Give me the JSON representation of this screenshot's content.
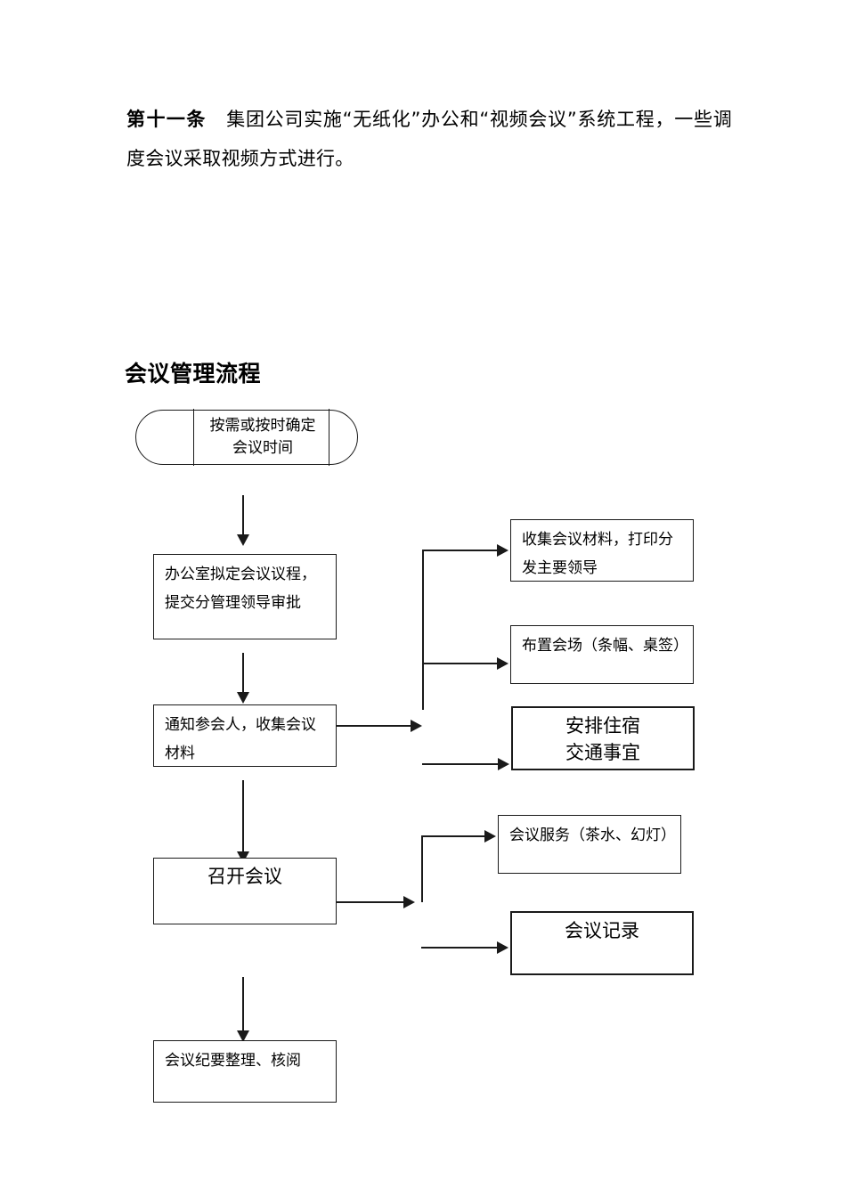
{
  "document": {
    "paragraph": {
      "lead": "第十一条",
      "text": "集团公司实施“无纸化”办公和“视频会议”系统工程，一些调度会议采取视频方式进行。"
    },
    "section_title": "会议管理流程"
  },
  "flowchart": {
    "start_node": {
      "label": "按需或按时确定\n会议时间",
      "shape": "stored-data"
    },
    "main_nodes": [
      {
        "id": "agenda",
        "label": "办公室拟定会议议程，提交分管理领导审批"
      },
      {
        "id": "notify",
        "label": "通知参会人，收集会议材料"
      },
      {
        "id": "hold",
        "label": "召开会议"
      },
      {
        "id": "minutes",
        "label": "会议纪要整理、核阅"
      }
    ],
    "branch_nodes": [
      {
        "id": "materials",
        "label": "收集会议材料，打印分发主要领导"
      },
      {
        "id": "venue",
        "label": "布置会场（条幅、桌签）"
      },
      {
        "id": "lodging",
        "label": "安排住宿\n交通事宜"
      },
      {
        "id": "service",
        "label": "会议服务（茶水、幻灯）"
      },
      {
        "id": "record",
        "label": "会议记录"
      }
    ],
    "colors": {
      "line": "#1a1a1a",
      "background": "#ffffff",
      "text": "#000000"
    }
  }
}
